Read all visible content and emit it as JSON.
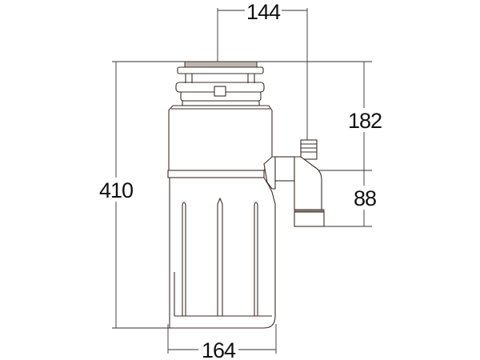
{
  "title": "Disposer dimension drawing",
  "dimensions": {
    "inlet_to_outlet_width": "144",
    "outlet_height": "182",
    "total_height": "410",
    "outlet_to_discharge": "88",
    "body_diameter": "164"
  },
  "colors": {
    "outline": "#3a2e28",
    "dimension_line": "#333333"
  }
}
